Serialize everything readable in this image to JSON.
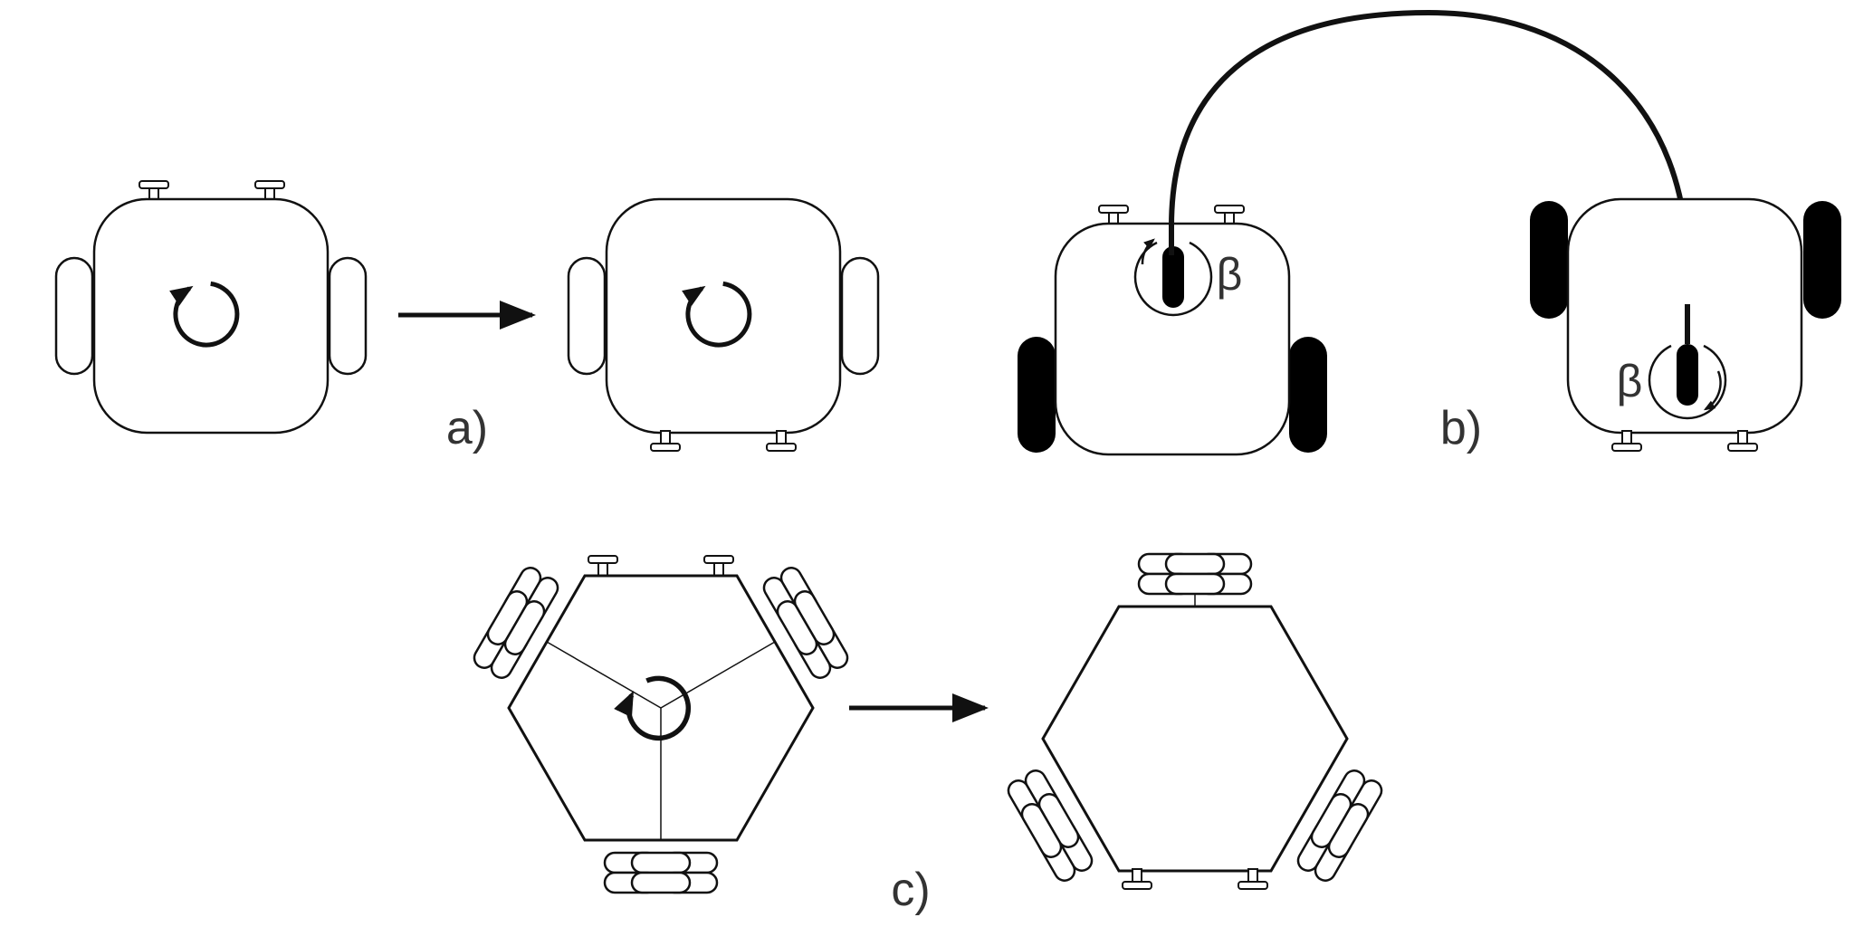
{
  "labels": {
    "a": "a)",
    "b": "b)",
    "c": "c)",
    "beta": "β"
  },
  "colors": {
    "stroke": "#111111",
    "fill": "#ffffff",
    "wheel_solid": "#000000",
    "label": "#333333"
  }
}
